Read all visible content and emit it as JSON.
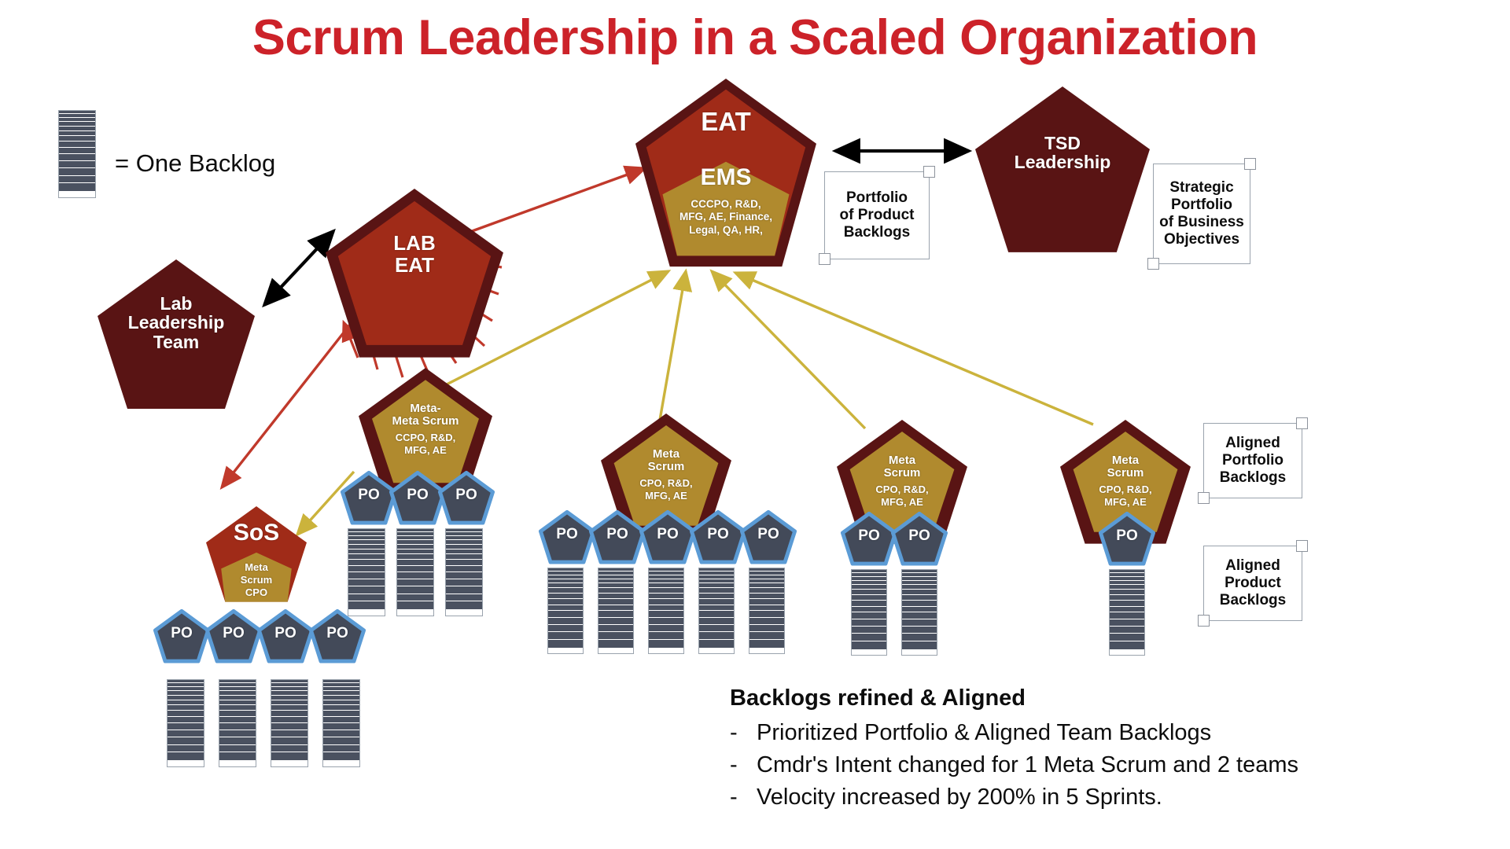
{
  "title": "Scrum Leadership in a Scaled Organization",
  "colors": {
    "title_red": "#cc2229",
    "dark_maroon": "#591414",
    "brick_red": "#a02b18",
    "gold": "#b08a2e",
    "po_fill": "#434a59",
    "po_stroke": "#5b9bd5",
    "backlog_bar": "#4a5160",
    "arrow_black": "#000000",
    "arrow_red": "#c0392b",
    "arrow_gold": "#cbb33c",
    "box_border": "#9aa3ad",
    "text_dark": "#0d0d0d"
  },
  "legend": {
    "icon": "backlog-stack-icon",
    "label": "= One Backlog"
  },
  "nodes": {
    "lab_leadership": {
      "lines": [
        "Lab",
        "Leadership",
        "Team"
      ]
    },
    "lab_eat": {
      "lines": [
        "LAB",
        "EAT"
      ]
    },
    "eat": {
      "top_label": "EAT",
      "inner_title": "EMS",
      "inner_lines": [
        "CCCPO, R&D,",
        "MFG, AE, Finance,",
        "Legal, QA, HR,"
      ]
    },
    "tsd_leadership": {
      "lines": [
        "TSD",
        "Leadership"
      ]
    },
    "meta_meta_scrum": {
      "lines": [
        "Meta-",
        "Meta Scrum"
      ],
      "sub_lines": [
        "CCPO, R&D,",
        "MFG, AE"
      ]
    },
    "sos": {
      "top_label": "SoS",
      "sub_lines": [
        "Meta",
        "Scrum",
        "CPO"
      ]
    },
    "meta_scrum_1": {
      "lines": [
        "Meta",
        "Scrum"
      ],
      "sub_lines": [
        "CPO, R&D,",
        "MFG, AE"
      ]
    },
    "meta_scrum_2": {
      "lines": [
        "Meta",
        "Scrum"
      ],
      "sub_lines": [
        "CPO, R&D,",
        "MFG, AE"
      ]
    },
    "meta_scrum_3": {
      "lines": [
        "Meta",
        "Scrum"
      ],
      "sub_lines": [
        "CPO, R&D,",
        "MFG, AE"
      ]
    },
    "po": {
      "label": "PO"
    }
  },
  "callouts": {
    "portfolio_of_product_backlogs": {
      "lines": [
        "Portfolio",
        "of Product",
        "Backlogs"
      ]
    },
    "strategic_portfolio": {
      "lines": [
        "Strategic",
        "Portfolio",
        "of Business",
        "Objectives"
      ]
    },
    "aligned_portfolio_backlogs": {
      "lines": [
        "Aligned",
        "Portfolio",
        "Backlogs"
      ]
    },
    "aligned_product_backlogs": {
      "lines": [
        "Aligned",
        "Product",
        "Backlogs"
      ]
    }
  },
  "notes": {
    "heading": "Backlogs refined & Aligned",
    "bullet_marker": "-",
    "items": [
      "Prioritized Portfolio & Aligned Team Backlogs",
      "Cmdr's Intent changed for 1 Meta Scrum and 2 teams",
      "Velocity increased by 200% in 5 Sprints."
    ]
  },
  "counts": {
    "po_under_sos": 4,
    "po_under_meta_meta_scrum": 3,
    "po_under_meta_scrum_1": 5,
    "po_under_meta_scrum_2": 2,
    "po_under_meta_scrum_3": 1
  }
}
